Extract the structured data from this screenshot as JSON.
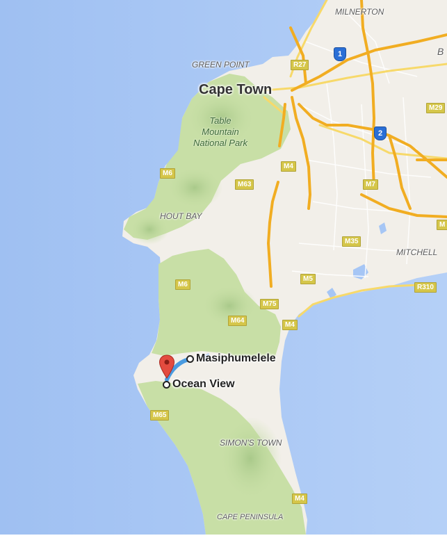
{
  "map": {
    "colors": {
      "water": "#a6c6f5",
      "land": "#f2efe9",
      "park": "#c8dfa6",
      "highway": "#f1ad22",
      "major_road": "#f7d96a",
      "route": "#4a9be0",
      "pin": "#e34b3f"
    },
    "places": {
      "milnerton": "MILNERTON",
      "green_point": "GREEN POINT",
      "hout_bay": "HOUT BAY",
      "mitchells_plain": "MITCHELL",
      "simons_town": "SIMON'S TOWN",
      "cape_peninsula": "CAPE PENINSULA",
      "b_label": "B"
    },
    "city": "Cape Town",
    "park_name": [
      "Table",
      "Mountain",
      "National Park"
    ],
    "roads": {
      "r27": "R27",
      "m29": "M29",
      "m6a": "M6",
      "m4a": "M4",
      "m63": "M63",
      "m7": "M7",
      "m35": "M35",
      "m6b": "M6",
      "m5": "M5",
      "r310": "R310",
      "m75": "M75",
      "m64": "M64",
      "m4b": "M4",
      "m65": "M65",
      "m4c": "M4",
      "mx": "M"
    },
    "national_routes": [
      "1",
      "2"
    ],
    "route": {
      "origin": "Masiphumelele",
      "destination": "Ocean View"
    }
  }
}
